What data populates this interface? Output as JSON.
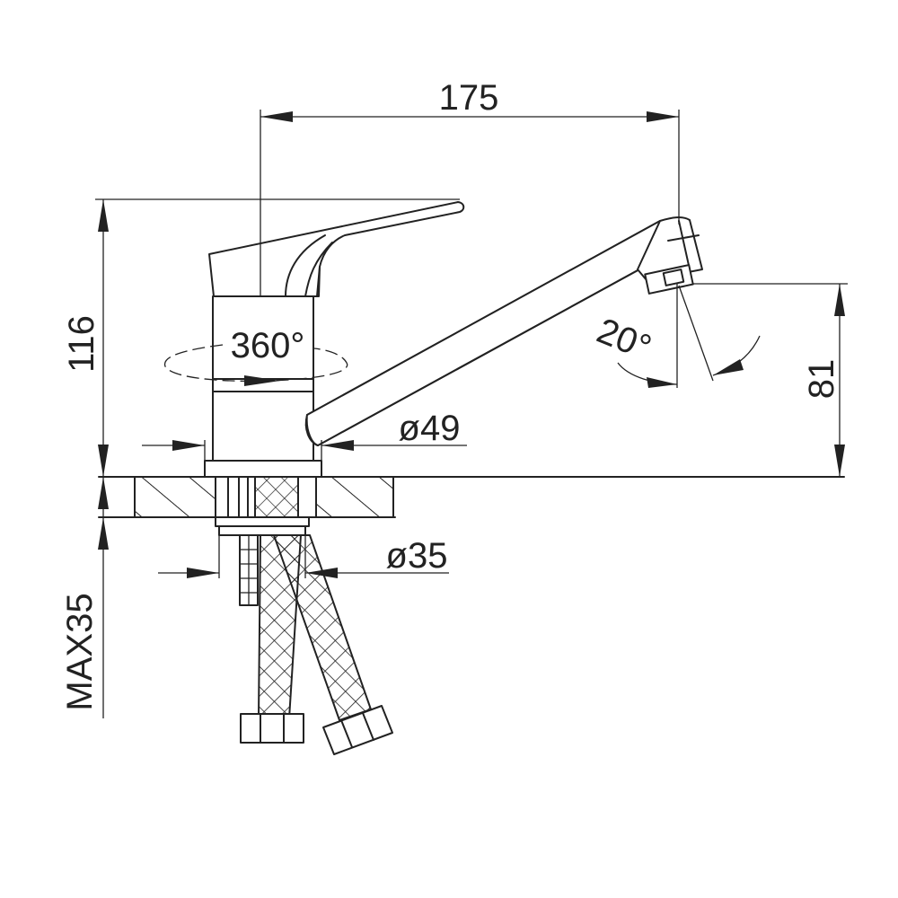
{
  "dimensions": {
    "spout_reach": "175",
    "total_height": "116",
    "spout_height": "81",
    "base_diameter": "ø49",
    "shank_diameter": "ø35",
    "max_counter_thickness": "MAX35",
    "handle_rotation": "360°",
    "spout_tilt": "20°"
  }
}
